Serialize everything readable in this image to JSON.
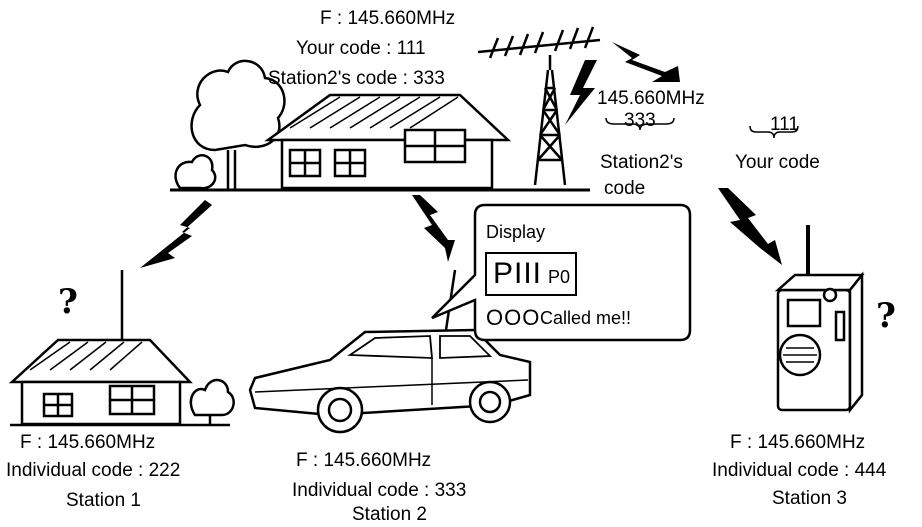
{
  "top_station": {
    "frequency": "F : 145.660MHz",
    "your_code": "Your code : 111",
    "station2_code": "Station2's code : 333"
  },
  "signal_info": {
    "frequency": "145.660MHz",
    "code_value_1": "333",
    "code_label_1_line1": "Station2's",
    "code_label_1_line2": "code",
    "code_value_2": "111",
    "code_label_2": "Your code"
  },
  "display_bubble": {
    "title": "Display",
    "lcd_main": "PIII",
    "lcd_sub": "P0",
    "indicator": "OOO",
    "message": "Called me!!"
  },
  "stations": [
    {
      "frequency": "F : 145.660MHz",
      "code": "Individual code : 222",
      "name": "Station 1"
    },
    {
      "frequency": "F : 145.660MHz",
      "code": "Individual code : 333",
      "name": "Station 2"
    },
    {
      "frequency": "F : 145.660MHz",
      "code": "Individual code : 444",
      "name": "Station 3"
    }
  ],
  "question_marks": [
    "?",
    "?"
  ]
}
